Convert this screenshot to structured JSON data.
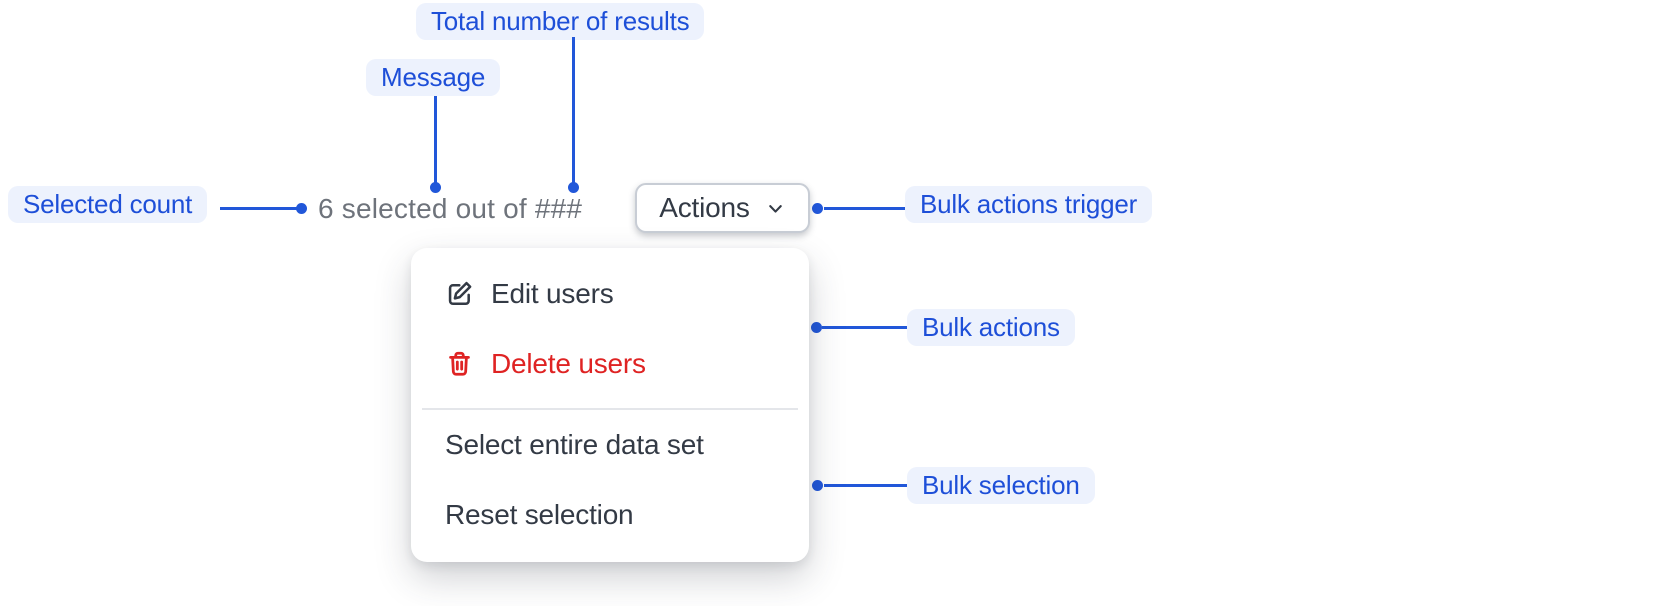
{
  "colors": {
    "annotation_blue": "#1e4fd8",
    "pill_background": "#edf2fd",
    "connector_blue": "#2157d9",
    "text_dark": "#333a45",
    "text_gray": "#6e737b",
    "danger_red": "#df2323",
    "button_border": "#c8cdd5",
    "divider_gray": "#e4e6ea"
  },
  "annotations": {
    "total_results": {
      "label": "Total number of results"
    },
    "message": {
      "label": "Message"
    },
    "selected_count": {
      "label": "Selected count"
    },
    "bulk_actions_trigger": {
      "label": "Bulk actions trigger"
    },
    "bulk_actions": {
      "label": "Bulk actions"
    },
    "bulk_selection": {
      "label": "Bulk selection"
    }
  },
  "toolbar": {
    "selection_message": "6 selected out of ###",
    "selected_count": "6",
    "total_placeholder": "###",
    "actions_button_label": "Actions"
  },
  "menu": {
    "items": [
      {
        "label": "Edit users",
        "icon": "edit-icon",
        "variant": "default"
      },
      {
        "label": "Delete users",
        "icon": "trash-icon",
        "variant": "danger"
      },
      {
        "label": "Select entire data set",
        "icon": "",
        "variant": "default"
      },
      {
        "label": "Reset selection",
        "icon": "",
        "variant": "default"
      }
    ]
  }
}
